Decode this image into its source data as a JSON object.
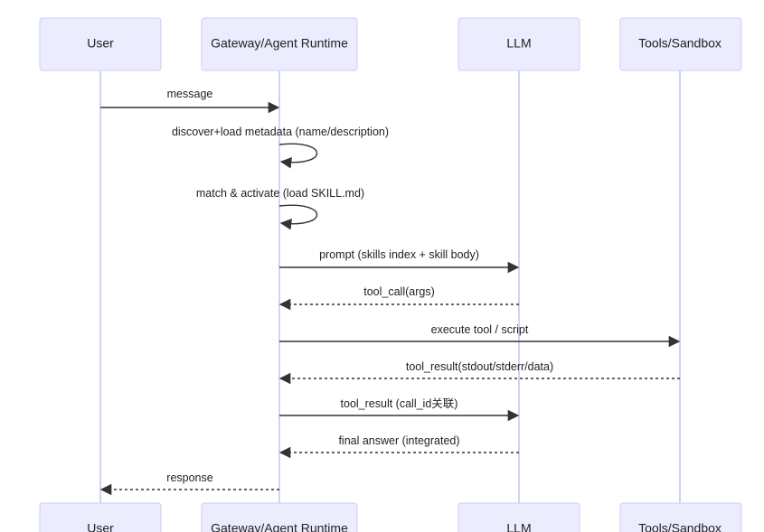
{
  "participants": [
    {
      "id": "user",
      "name": "User"
    },
    {
      "id": "gateway",
      "name": "Gateway/Agent Runtime"
    },
    {
      "id": "llm",
      "name": "LLM"
    },
    {
      "id": "tools",
      "name": "Tools/Sandbox"
    }
  ],
  "messages": [
    {
      "from": "user",
      "to": "gateway",
      "label": "message",
      "style": "solid"
    },
    {
      "from": "gateway",
      "to": "gateway",
      "label": "discover+load metadata (name/description)",
      "style": "solid"
    },
    {
      "from": "gateway",
      "to": "gateway",
      "label": "match & activate (load SKILL.md)",
      "style": "solid"
    },
    {
      "from": "gateway",
      "to": "llm",
      "label": "prompt (skills index + skill body)",
      "style": "solid"
    },
    {
      "from": "llm",
      "to": "gateway",
      "label": "tool_call(args)",
      "style": "dashed"
    },
    {
      "from": "gateway",
      "to": "tools",
      "label": "execute tool / script",
      "style": "solid"
    },
    {
      "from": "tools",
      "to": "gateway",
      "label": "tool_result(stdout/stderr/data)",
      "style": "dashed"
    },
    {
      "from": "gateway",
      "to": "llm",
      "label": "tool_result (call_id关联)",
      "style": "solid"
    },
    {
      "from": "llm",
      "to": "gateway",
      "label": "final answer (integrated)",
      "style": "dashed"
    },
    {
      "from": "gateway",
      "to": "user",
      "label": "response",
      "style": "dashed"
    }
  ],
  "colors": {
    "actor_fill": "#ececff",
    "actor_border": "#cdcdf3",
    "lifeline": "#d3d3f5",
    "arrow": "#333333",
    "text": "#222222"
  }
}
